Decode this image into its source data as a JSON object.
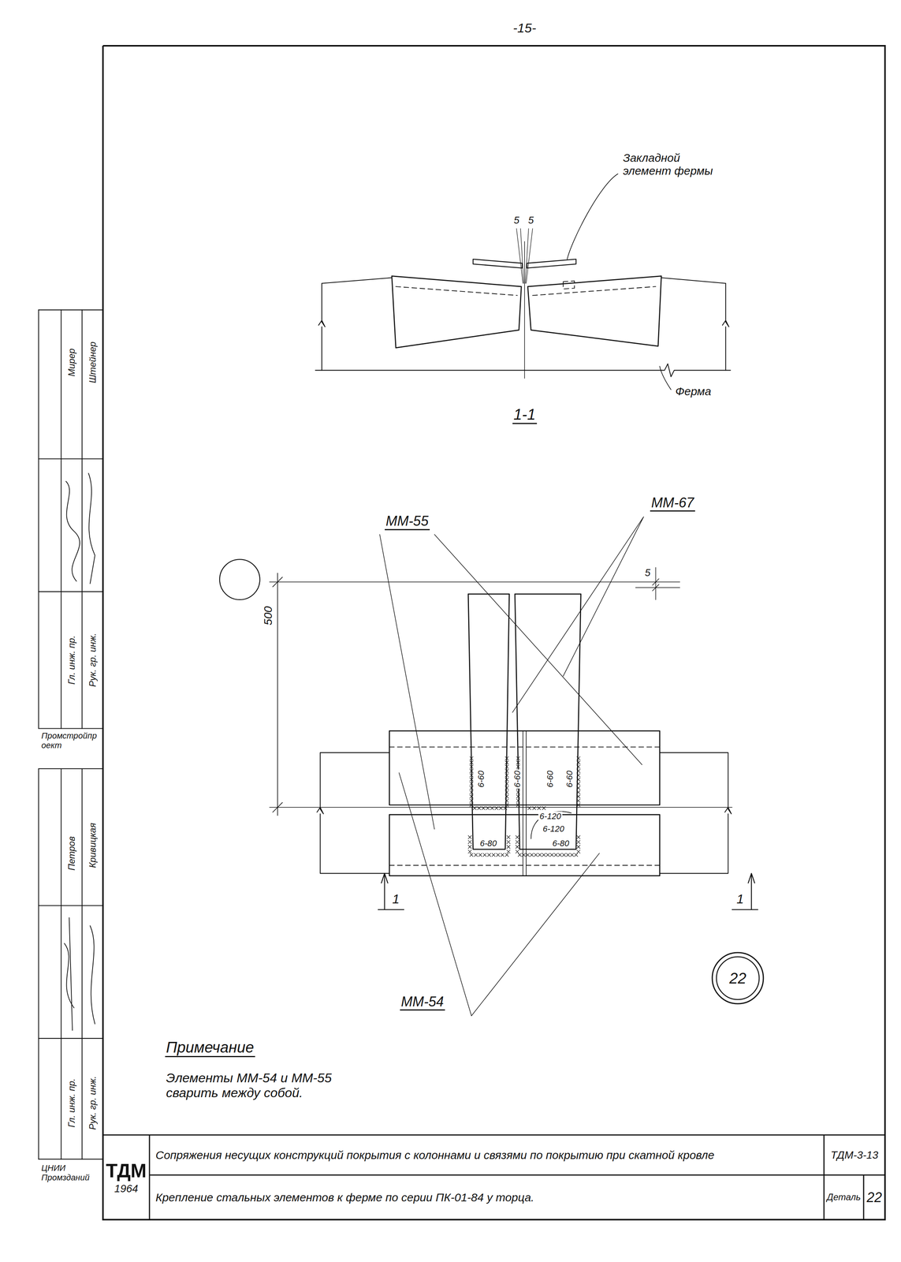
{
  "diagram": {
    "nodes": [
      {
        "text": [
          "22"
        ]
      },
      {
        "text": [
          "ТДМ",
          "1964"
        ]
      },
      {
        "text": [
          "Сопряжения несущих конструкций покрытия с колоннами и связями по покрытию при скатной кровле"
        ]
      },
      {
        "text": [
          "ТДМ-3-13"
        ]
      },
      {
        "text": [
          "Крепление стальных элементов к ферме по серии ПК-01-84 у торца."
        ]
      },
      {
        "text": [
          "Деталь"
        ]
      },
      {
        "text": [
          "22"
        ]
      }
    ],
    "labels": [
      "-15-",
      "5",
      "5",
      "Закладной элемент фермы",
      "Ферма",
      "1-1",
      "500",
      "5",
      "ММ-67",
      "ММ-55",
      "6-60",
      "6-60",
      "6-60",
      "6-60",
      "6-120",
      "6-120",
      "6-80",
      "6-80",
      "1",
      "1",
      "ММ-54",
      "Примечание",
      "Элементы ММ-54 и ММ-55 сварить между собой.",
      "Мирер",
      "Штейнер",
      "Гл. инж. пр.",
      "Рук. гр. инж.",
      "Промстройпроект",
      "Петров",
      "Кривицкая",
      "Гл. инж. пр.",
      "Рук. гр. инж.",
      "ЦНИИ Промзданий"
    ]
  }
}
